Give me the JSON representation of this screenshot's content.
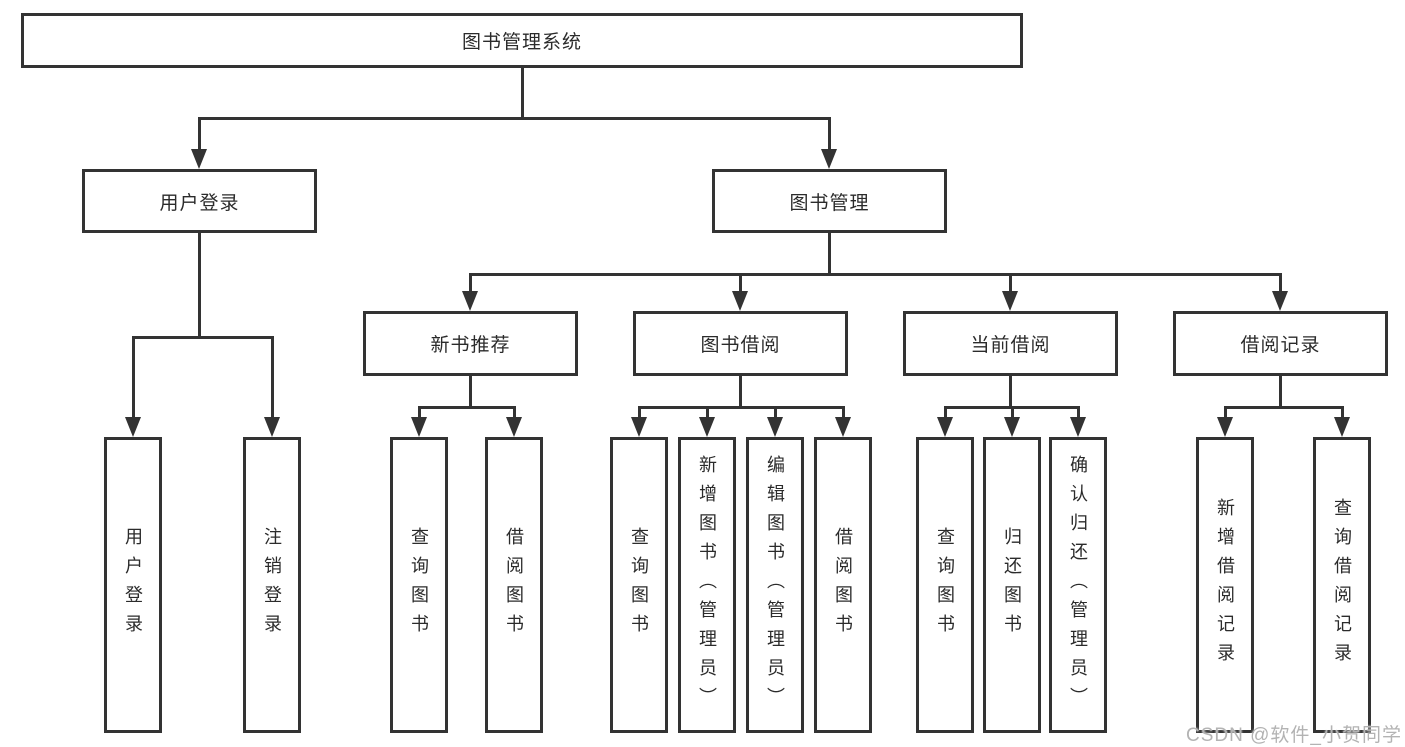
{
  "root": {
    "label": "图书管理系统"
  },
  "level2": {
    "user": {
      "label": "用户登录"
    },
    "mgmt": {
      "label": "图书管理"
    }
  },
  "level3": {
    "newbook": {
      "label": "新书推荐"
    },
    "borrow": {
      "label": "图书借阅"
    },
    "current": {
      "label": "当前借阅"
    },
    "records": {
      "label": "借阅记录"
    }
  },
  "leaves": {
    "user": [
      "用户登录",
      "注销登录"
    ],
    "newbook": [
      "查询图书",
      "借阅图书"
    ],
    "borrow": [
      "查询图书",
      "新增图书（管理员）",
      "编辑图书（管理员）",
      "借阅图书"
    ],
    "current": [
      "查询图书",
      "归还图书",
      "确认归还（管理员）"
    ],
    "records": [
      "新增借阅记录",
      "查询借阅记录"
    ]
  },
  "watermark": "CSDN @软件_小贺同学",
  "colors": {
    "line": "#333333",
    "text": "#2b2b2b",
    "watermark": "#b3b3b3",
    "background": "#ffffff"
  }
}
